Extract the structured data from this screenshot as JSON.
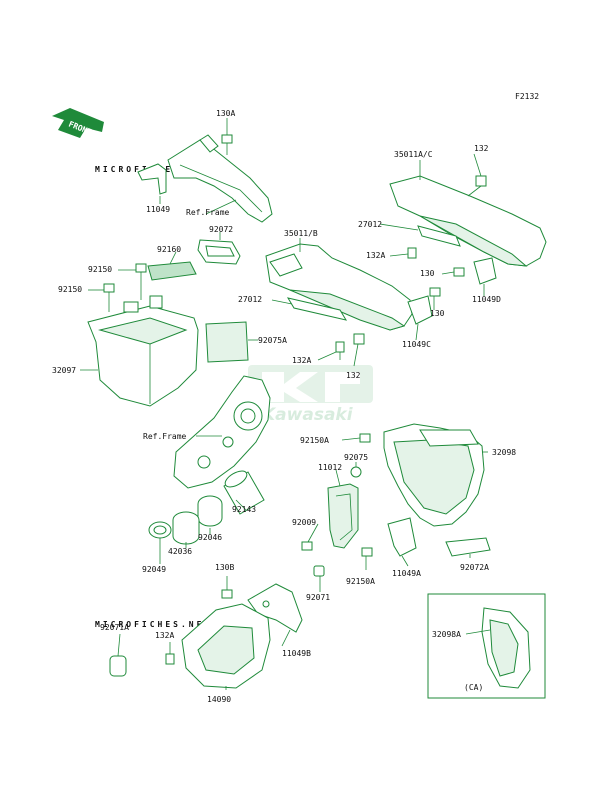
{
  "figure_code": "F2132",
  "front_label": "FRONT",
  "watermark": {
    "top": "MICROFICHES.NET",
    "bottom": "MICROFICHES.NET",
    "logo_text": "Kawasaki"
  },
  "colors": {
    "line": "#1f8a3a",
    "shade": "#e4f3e8",
    "watermark": "#d7ecdd"
  },
  "labels": {
    "p130A": "130A",
    "p11049": "11049",
    "refFrame1": "Ref.Frame",
    "p92072": "92072",
    "p92160": "92160",
    "p92150a": "92150",
    "p92150b": "92150",
    "p32097": "32097",
    "p92075A": "92075A",
    "refFrame2": "Ref.Frame",
    "p35011B": "35011/B",
    "p27012a": "27012",
    "p132Aa": "132A",
    "p132a": "132",
    "p35011AC": "35011A/C",
    "p132b": "132",
    "p27012b": "27012",
    "p132Ab": "132A",
    "p130a": "130",
    "p11049D": "11049D",
    "p130b": "130",
    "p11049C": "11049C",
    "p92150A1": "92150A",
    "p92075": "92075",
    "p11012": "11012",
    "p32098": "32098",
    "p92143": "92143",
    "p92046": "92046",
    "p42036": "42036",
    "p92049": "92049",
    "p92009": "92009",
    "p92150A2": "92150A",
    "p11049A": "11049A",
    "p92072A": "92072A",
    "p92071": "92071",
    "p130B": "130B",
    "p92071A": "92071A",
    "p132Ac": "132A",
    "p11049B": "11049B",
    "p14090": "14090",
    "p32098A": "32098A",
    "inset": "(CA)"
  }
}
